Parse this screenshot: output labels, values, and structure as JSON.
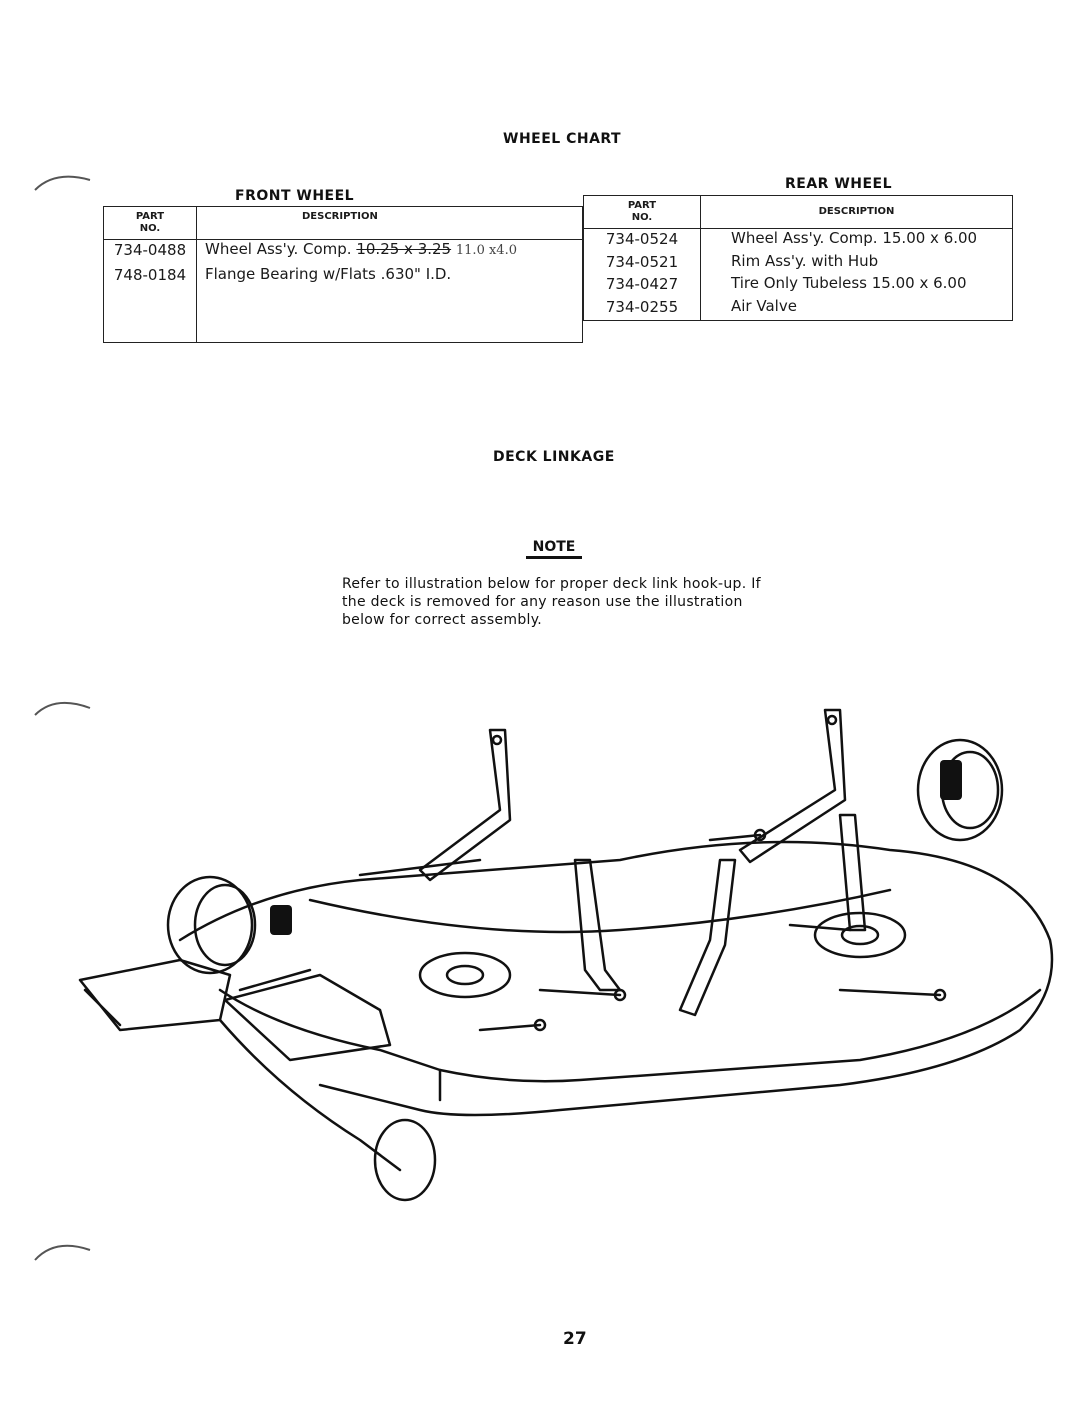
{
  "wheel_chart": {
    "title": "WHEEL CHART",
    "front_wheel": {
      "heading": "FRONT WHEEL",
      "col_part": "PART\nNO.",
      "col_desc": "DESCRIPTION",
      "rows": [
        {
          "part": "734-0488",
          "desc": "Wheel Ass'y. Comp. ",
          "struck": "10.25 x 3.25",
          "handwritten": "11.0 x4.0"
        },
        {
          "part": "748-0184",
          "desc": "Flange Bearing w/Flats .630\" I.D."
        }
      ]
    },
    "rear_wheel": {
      "heading": "REAR WHEEL",
      "col_part": "PART\nNO.",
      "col_desc": "DESCRIPTION",
      "rows": [
        {
          "part": "734-0524",
          "desc": "Wheel Ass'y. Comp.  15.00 x 6.00"
        },
        {
          "part": "734-0521",
          "desc": "Rim Ass'y. with Hub"
        },
        {
          "part": "734-0427",
          "desc": "Tire Only Tubeless  15.00 x 6.00"
        },
        {
          "part": "734-0255",
          "desc": "Air Valve"
        }
      ]
    }
  },
  "deck_linkage": {
    "title": "DECK LINKAGE",
    "note_title": "NOTE",
    "note_text": "Refer to illustration below for proper deck link hook-up. If the deck is removed for any reason use the illustration below for correct assembly."
  },
  "page_number": "27"
}
